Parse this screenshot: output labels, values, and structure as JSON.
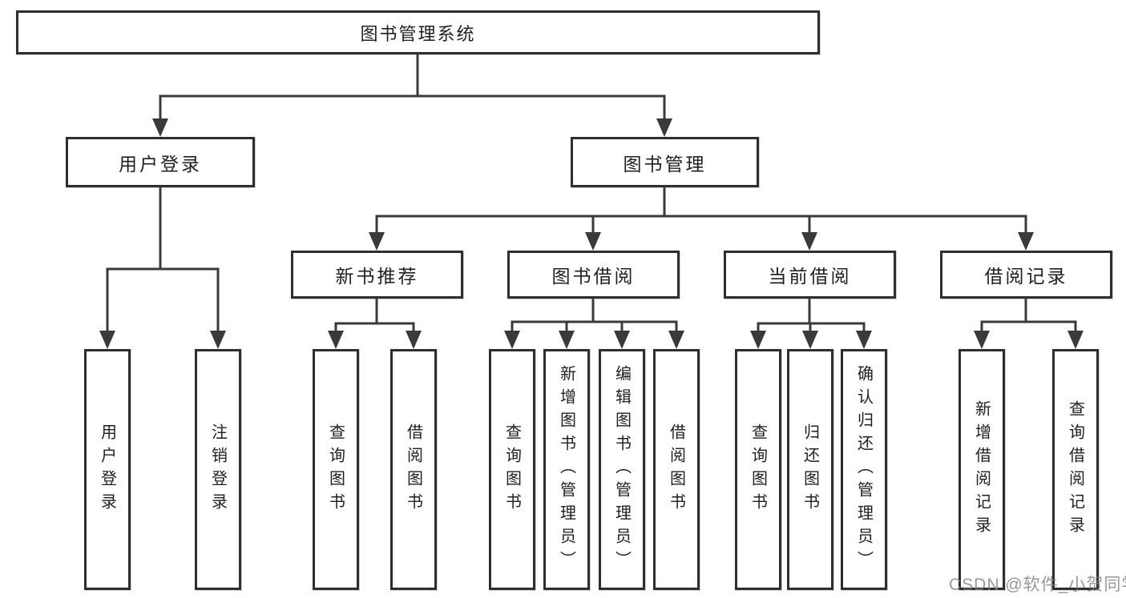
{
  "root": {
    "label": "图书管理系统"
  },
  "branches": [
    {
      "label": "用户登录",
      "leaves": [
        "用户登录",
        "注销登录"
      ]
    },
    {
      "label": "图书管理",
      "groups": [
        {
          "label": "新书推荐",
          "leaves": [
            "查询图书",
            "借阅图书"
          ]
        },
        {
          "label": "图书借阅",
          "leaves": [
            "查询图书",
            "新增图书（管理员）",
            "编辑图书（管理员）",
            "借阅图书"
          ]
        },
        {
          "label": "当前借阅",
          "leaves": [
            "查询图书",
            "归还图书",
            "确认归还（管理员）"
          ]
        },
        {
          "label": "借阅记录",
          "leaves": [
            "新增借阅记录",
            "查询借阅记录"
          ]
        }
      ]
    }
  ],
  "watermark": {
    "text": "CSDN @软件_小贺同学"
  },
  "colors": {
    "line": "#3a3a3a",
    "box_border": "#2e2e2e",
    "text": "#1f1f1f",
    "watermark": "#7d7d7d",
    "background": "#ffffff"
  }
}
